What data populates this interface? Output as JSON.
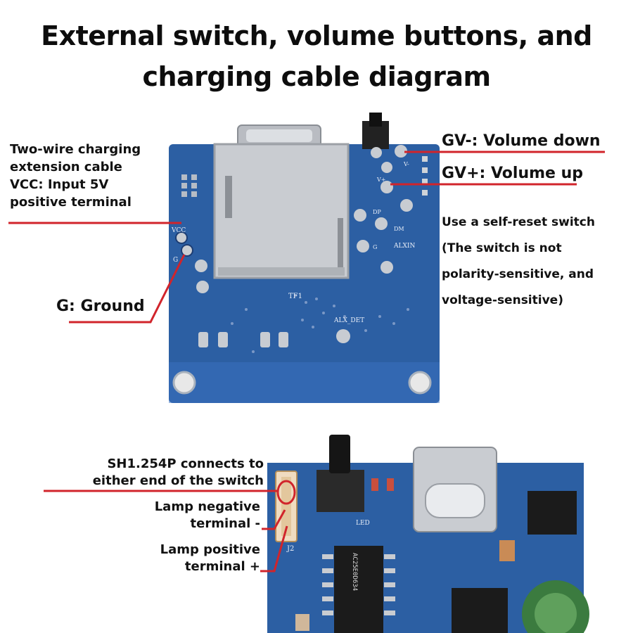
{
  "title": {
    "line1": "External switch, volume buttons, and",
    "line2": "charging cable diagram"
  },
  "top_board": {
    "labels": {
      "charging_cable": [
        "Two-wire charging",
        "extension cable",
        "VCC: Input 5V",
        "positive terminal"
      ],
      "ground": "G: Ground",
      "volume_down": "GV-: Volume down",
      "volume_up": "GV+: Volume up",
      "switch_note": [
        "Use a self-reset switch",
        "(The switch is not",
        "polarity-sensitive, and",
        "voltage-sensitive)"
      ]
    },
    "silkscreen": {
      "vcc": "VCC",
      "g": "G",
      "tf1": "TF1",
      "alx_det": "ALX_DET",
      "alxin": "ALXIN",
      "dp": "DP",
      "dm": "DM",
      "v_minus": "V-",
      "v_plus": "V+",
      "g2": "G"
    }
  },
  "bottom_board": {
    "labels": {
      "connector": [
        "SH1.254P connects to",
        "either end of the switch"
      ],
      "lamp_negative": [
        "Lamp negative",
        "terminal -"
      ],
      "lamp_positive": [
        "Lamp positive",
        "terminal +"
      ]
    },
    "silkscreen": {
      "j2": "J2",
      "led": "LED",
      "chip": "AC25E0D634"
    }
  },
  "colors": {
    "pcb_blue": "#2c5fa3",
    "pcb_dark": "#1d4680",
    "leader_red": "#d1242b",
    "metal": "#c9ccd1"
  }
}
